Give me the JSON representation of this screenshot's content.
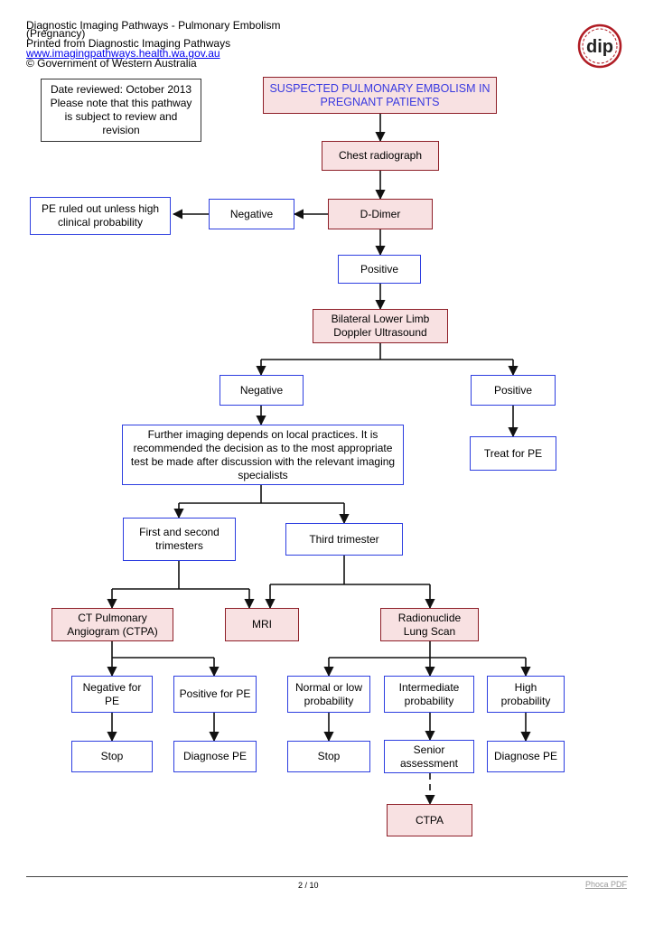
{
  "header": {
    "title_line1": "Diagnostic Imaging Pathways - Pulmonary Embolism",
    "title_line2": "(Pregnancy)",
    "printed_from": "Printed from Diagnostic Imaging Pathways",
    "url": "www.imagingpathways.health.wa.gov.au",
    "copyright": "© Government of Western Australia"
  },
  "logo": {
    "text": "dip",
    "colors": {
      "ring": "#b01c24",
      "accent": "#b01c24"
    }
  },
  "review_note": "Date reviewed: October 2013 Please note that this pathway is subject to review and revision",
  "nodes": {
    "start": "SUSPECTED PULMONARY EMBOLISM IN PREGNANT PATIENTS",
    "chest_radiograph": "Chest radiograph",
    "d_dimer": "D-Dimer",
    "d_dimer_negative": "Negative",
    "pe_ruled_out": "PE ruled out unless high clinical probability",
    "d_dimer_positive": "Positive",
    "doppler": "Bilateral Lower Limb Doppler Ultrasound",
    "doppler_negative": "Negative",
    "doppler_positive": "Positive",
    "treat_pe": "Treat for PE",
    "further_imaging": "Further imaging depends on local practices. It is recommended the decision as to the most appropriate test be made after discussion with the relevant imaging specialists",
    "first_second": "First and second trimesters",
    "third": "Third trimester",
    "ctpa_long": "CT Pulmonary Angiogram (CTPA)",
    "mri": "MRI",
    "radionuclide": "Radionuclide Lung Scan",
    "neg_for_pe": "Negative for PE",
    "pos_for_pe": "Positive for PE",
    "normal_low": "Normal or low probability",
    "intermediate": "Intermediate probability",
    "high": "High probability",
    "stop1": "Stop",
    "diagnose1": "Diagnose PE",
    "stop2": "Stop",
    "senior": "Senior assessment",
    "diagnose2": "Diagnose PE",
    "ctpa": "CTPA"
  },
  "footer": {
    "page": "2 / 10",
    "brand": "Phoca PDF"
  },
  "colors": {
    "blue_border": "#2d3ee0",
    "red_border": "#8e1f28",
    "red_fill": "#f8e1e2"
  }
}
